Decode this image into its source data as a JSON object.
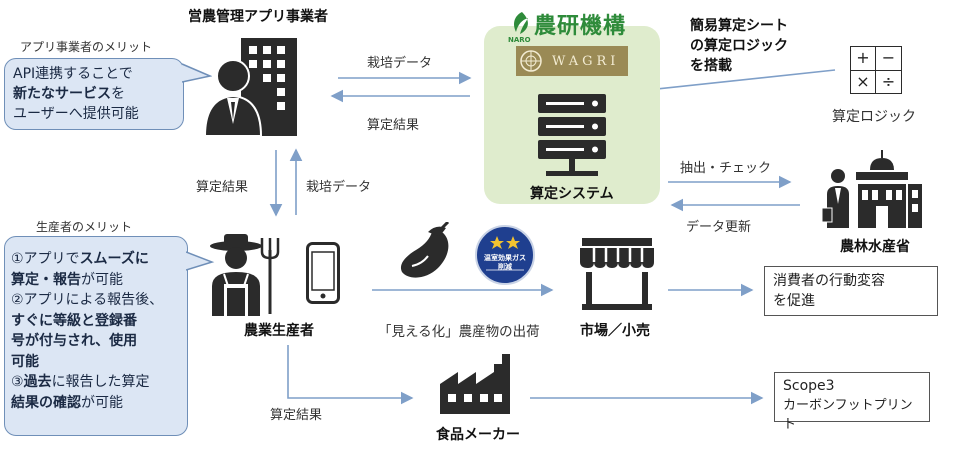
{
  "app_operator": {
    "title": "営農管理アプリ事業者",
    "merit_heading": "アプリ事業者のメリット",
    "merit_lines": [
      {
        "normal": "API連携することで",
        "bold": ""
      },
      {
        "bold": "新たなサービス",
        "normal": "を"
      },
      {
        "normal": "ユーザーへ提供可能",
        "bold": ""
      }
    ]
  },
  "naro": {
    "logo_text": "農研機構",
    "logo_sub": "NARO",
    "wagri": "WAGRI",
    "system_label": "算定システム"
  },
  "logic": {
    "description_lines": [
      "簡易算定シート",
      "の算定ロジック",
      "を搭載"
    ],
    "label": "算定ロジック",
    "symbols": [
      "+",
      "−",
      "×",
      "÷"
    ]
  },
  "ministry": {
    "label": "農林水産省"
  },
  "producer": {
    "label": "農業生産者",
    "merit_heading": "生産者のメリット",
    "merit_lines": [
      {
        "p1": "①アプリで",
        "b1": "スムーズに"
      },
      {
        "b1": "算定・報告",
        "p1": "が可能"
      },
      {
        "p1": "②アプリによる報告後、"
      },
      {
        "b1": "すぐに等級と登録番"
      },
      {
        "b1": "号が付与され、使用"
      },
      {
        "b1": "可能"
      },
      {
        "p1": "③",
        "b1": "過去",
        "p2": "に報告した算定"
      },
      {
        "b1": "結果の確認",
        "p1": "が可能"
      }
    ]
  },
  "flows": {
    "cultivation_data_top": "栽培データ",
    "result_top": "算定結果",
    "result_left": "算定結果",
    "cultivation_data_left": "栽培データ",
    "extract_check": "抽出・チェック",
    "data_update": "データ更新",
    "visible_shipment": "「見える化」農産物の出荷",
    "result_bottom": "算定結果"
  },
  "badge": {
    "line1": "温室効果ガス",
    "line2": "削減"
  },
  "market": {
    "label": "市場／小売"
  },
  "consumer_box": {
    "lines": [
      "消費者の行動変容",
      "を促進"
    ]
  },
  "food_maker": {
    "label": "食品メーカー"
  },
  "scope3_box": {
    "lines": [
      "Scope3",
      "カーボンフットプリント"
    ]
  },
  "colors": {
    "arrow": "#7f9fc8",
    "icon": "#2b2b2b",
    "naro_bg": "#dfeccd",
    "naro_green": "#2e8b3a",
    "bubble_bg": "#dce6f4",
    "bubble_border": "#6f8fb8",
    "badge_blue": "#1f3f8f",
    "badge_star": "#f2c230"
  }
}
